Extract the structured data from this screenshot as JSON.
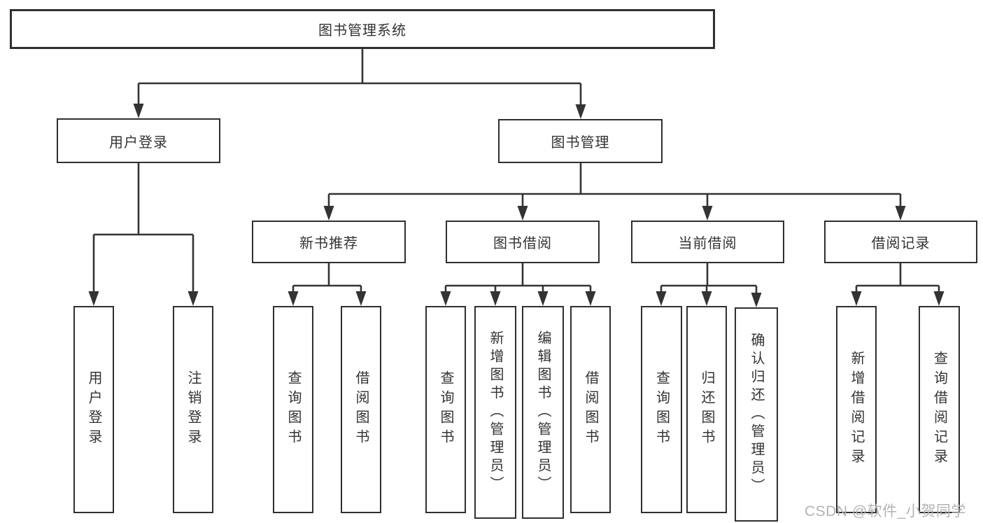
{
  "diagram": {
    "type": "hierarchy",
    "watermark": "CSDN @软件_小贺同学",
    "colors": {
      "line": "#333333",
      "box_border": "#2f2f2f",
      "text": "#333333",
      "watermark": "#b3b3b3",
      "background": "#ffffff"
    },
    "tree": {
      "label": "图书管理系统",
      "children": [
        {
          "label": "用户登录",
          "children": [
            {
              "label": "用户登录"
            },
            {
              "label": "注销登录"
            }
          ]
        },
        {
          "label": "图书管理",
          "children": [
            {
              "label": "新书推荐",
              "children": [
                {
                  "label": "查询图书"
                },
                {
                  "label": "借阅图书"
                }
              ]
            },
            {
              "label": "图书借阅",
              "children": [
                {
                  "label": "查询图书"
                },
                {
                  "label": "新增图书（管理员）"
                },
                {
                  "label": "编辑图书（管理员）"
                },
                {
                  "label": "借阅图书"
                }
              ]
            },
            {
              "label": "当前借阅",
              "children": [
                {
                  "label": "查询图书"
                },
                {
                  "label": "归还图书"
                },
                {
                  "label": "确认归还（管理员）"
                }
              ]
            },
            {
              "label": "借阅记录",
              "children": [
                {
                  "label": "新增借阅记录"
                },
                {
                  "label": "查询借阅记录"
                }
              ]
            }
          ]
        }
      ]
    }
  }
}
